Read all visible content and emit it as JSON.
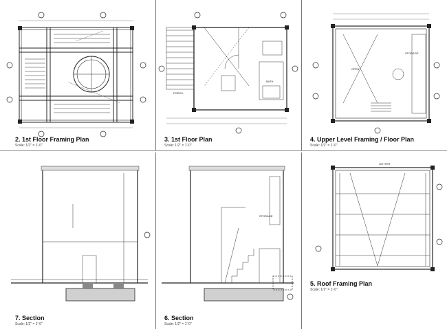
{
  "sheet": {
    "panels": [
      {
        "id": "p2",
        "title": "2. 1st Floor Framing Plan",
        "scale": "Scale: 1/2\" = 1'-0\""
      },
      {
        "id": "p3",
        "title": "3. 1st Floor Plan",
        "scale": "Scale: 1/2\" = 1'-0\""
      },
      {
        "id": "p4",
        "title": "4. Upper Level Framing / Floor Plan",
        "scale": "Scale: 1/2\" = 1'-0\""
      },
      {
        "id": "p7",
        "title": "7. Section",
        "scale": "Scale: 1/2\" = 1'-0\""
      },
      {
        "id": "p6",
        "title": "6. Section",
        "scale": "Scale: 1/2\" = 1'-0\""
      },
      {
        "id": "p5",
        "title": "5. Roof Framing Plan",
        "scale": "Scale: 1/2\" = 1'-0\""
      }
    ],
    "labels": {
      "p3_porch": "PORCH",
      "p3_bath": "BATH",
      "p4_open": "OPEN",
      "p4_storage": "STORAGE",
      "p6_storage": "STORAGE",
      "p5_gutter": "GUTTER"
    },
    "colors": {
      "ink": "#1a1a1a",
      "line": "#333333",
      "light": "#8a8a8a"
    }
  }
}
